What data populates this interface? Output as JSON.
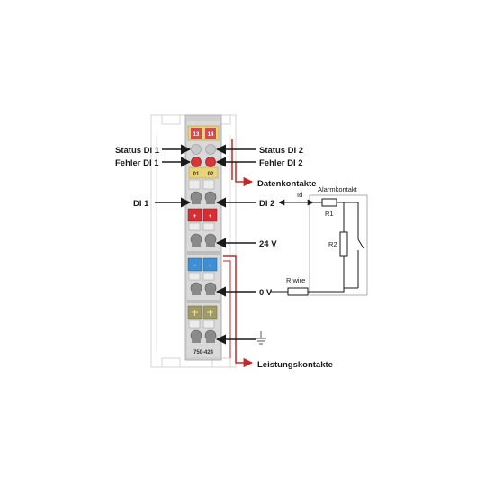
{
  "module": {
    "model": "750-424",
    "terminal_numbers": [
      "13",
      "14"
    ],
    "channel_numbers": [
      "01",
      "02"
    ],
    "colors": {
      "body": "#cfcfcf",
      "label_yellow": "#e8d27a",
      "red_led": "#d8343a",
      "status_led": "#c7c7c7",
      "plus_block": "#d82d35",
      "minus_block": "#3d8fd6",
      "ground_block": "#a29a63",
      "contact_red": "#c62828"
    }
  },
  "labels": {
    "status_di1": "Status DI 1",
    "fehler_di1": "Fehler DI 1",
    "di1": "DI 1",
    "status_di2": "Status DI 2",
    "fehler_di2": "Fehler DI 2",
    "datenkontakte": "Datenkontakte",
    "di2": "DI 2",
    "v24": "24 V",
    "v0": "0 V",
    "leistungskontakte": "Leistungskontakte"
  },
  "circuit": {
    "alarmkontakt": "Alarmkontakt",
    "id": "Id",
    "r1": "R1",
    "r2": "R2",
    "r_wire": "R wire"
  },
  "symbols": {
    "plus": "+",
    "minus": "−",
    "ground_icon": "ground-icon"
  }
}
